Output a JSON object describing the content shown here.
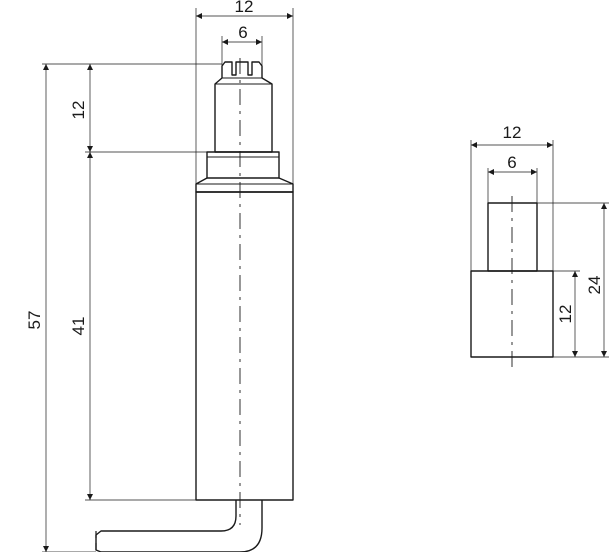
{
  "side_view": {
    "dims": {
      "width_body": "12",
      "width_pin": "6",
      "height_tip": "12",
      "height_body": "41",
      "height_total": "57"
    }
  },
  "top_view": {
    "dims": {
      "width_body": "12",
      "width_pin": "6",
      "height_body": "12",
      "height_total": "24"
    }
  }
}
